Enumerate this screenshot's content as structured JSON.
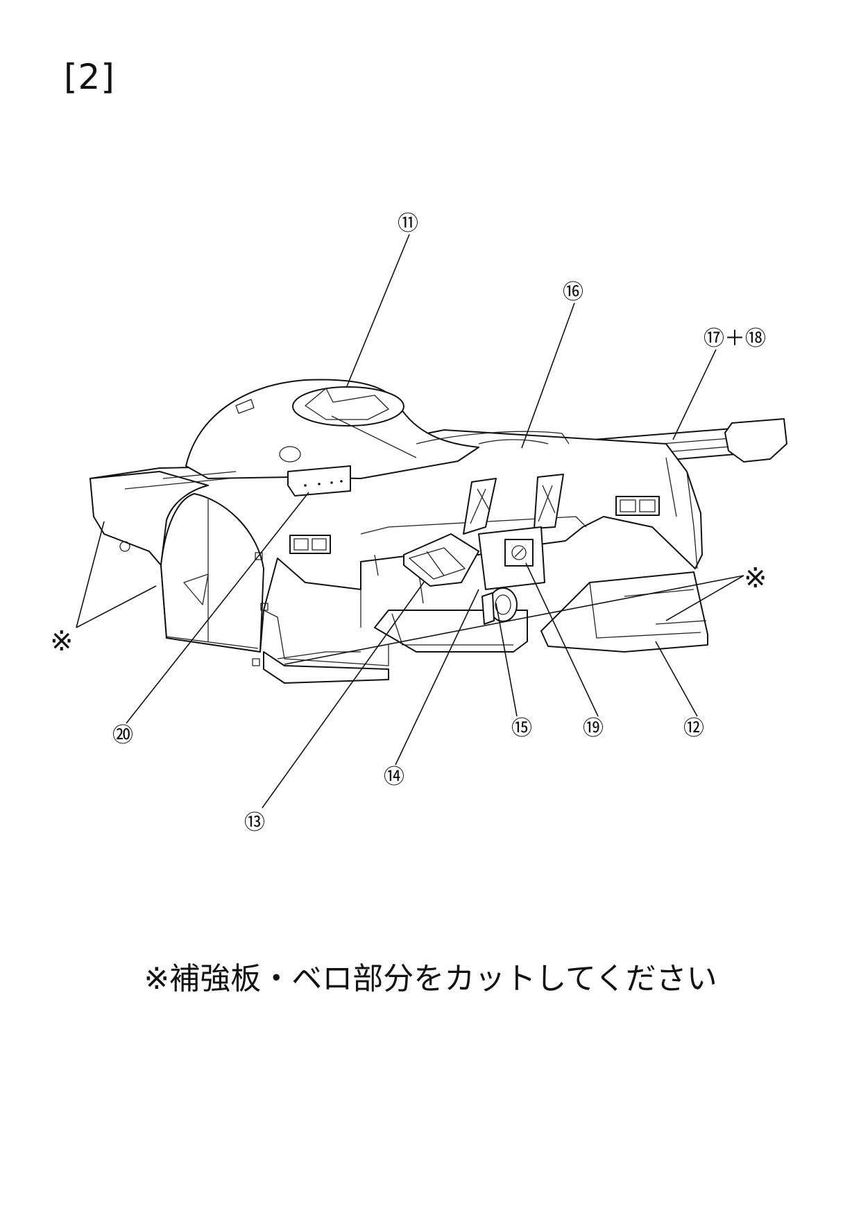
{
  "step_title": "[2]",
  "callouts": {
    "c11": "⑪",
    "c16": "⑯",
    "c17_18": "⑰＋⑱",
    "c20": "⑳",
    "c15": "⑮",
    "c19": "⑲",
    "c12": "⑫",
    "c14": "⑭",
    "c13": "⑬",
    "note_left": "※",
    "note_right": "※"
  },
  "footer_note": "※補強板・ベロ部分をカットしてください"
}
